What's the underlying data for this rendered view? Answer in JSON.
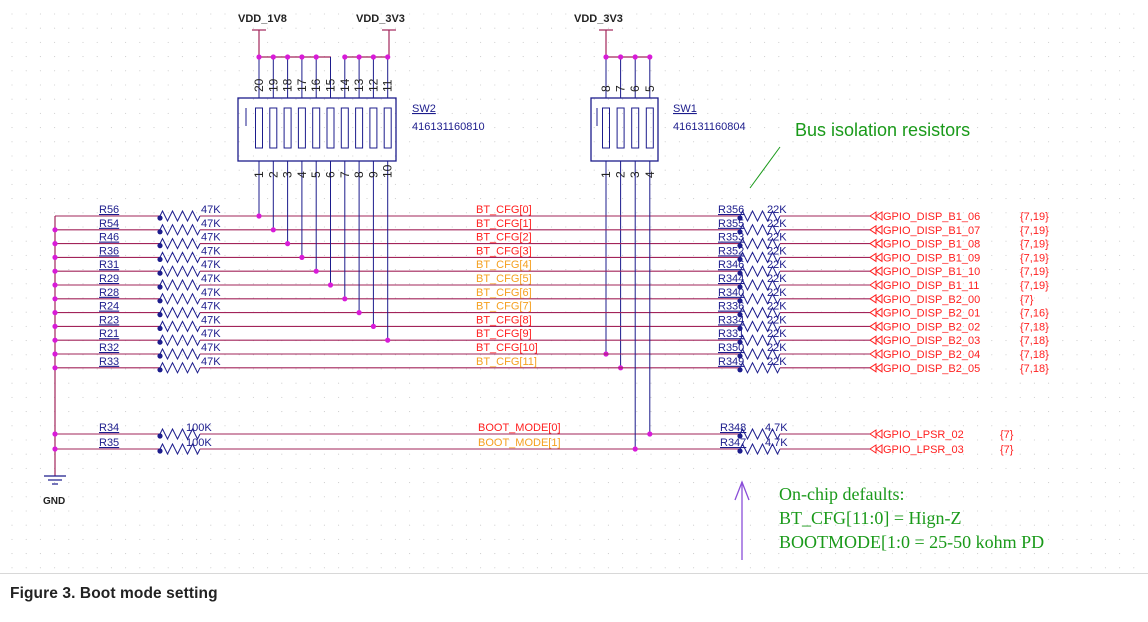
{
  "power": {
    "vdd_1v8": "VDD_1V8",
    "vdd_3v3_a": "VDD_3V3",
    "vdd_3v3_b": "VDD_3V3",
    "gnd": "GND"
  },
  "sw2": {
    "ref": "SW2",
    "part": "416131160810",
    "top_pins": [
      "20",
      "19",
      "18",
      "17",
      "16",
      "15",
      "14",
      "13",
      "12",
      "11"
    ],
    "bottom_pins": [
      "1",
      "2",
      "3",
      "4",
      "5",
      "6",
      "7",
      "8",
      "9",
      "10"
    ]
  },
  "sw1": {
    "ref": "SW1",
    "part": "416131160804",
    "top_pins": [
      "8",
      "7",
      "6",
      "5"
    ],
    "bottom_pins": [
      "1",
      "2",
      "3",
      "4"
    ]
  },
  "rows": [
    {
      "rl": "R56",
      "lv": "47K",
      "net": "BT_CFG[0]",
      "rr": "R356",
      "rv": "22K",
      "gpio": "GPIO_DISP_B1_06",
      "pg": "{7,19}"
    },
    {
      "rl": "R54",
      "lv": "47K",
      "net": "BT_CFG[1]",
      "rr": "R355",
      "rv": "22K",
      "gpio": "GPIO_DISP_B1_07",
      "pg": "{7,19}"
    },
    {
      "rl": "R46",
      "lv": "47K",
      "net": "BT_CFG[2]",
      "rr": "R353",
      "rv": "22K",
      "gpio": "GPIO_DISP_B1_08",
      "pg": "{7,19}"
    },
    {
      "rl": "R36",
      "lv": "47K",
      "net": "BT_CFG[3]",
      "rr": "R352",
      "rv": "22K",
      "gpio": "GPIO_DISP_B1_09",
      "pg": "{7,19}"
    },
    {
      "rl": "R31",
      "lv": "47K",
      "net": "BT_CFG[4]",
      "rr": "R346",
      "rv": "22K",
      "gpio": "GPIO_DISP_B1_10",
      "pg": "{7,19}"
    },
    {
      "rl": "R29",
      "lv": "47K",
      "net": "BT_CFG[5]",
      "rr": "R344",
      "rv": "22K",
      "gpio": "GPIO_DISP_B1_11",
      "pg": "{7,19}"
    },
    {
      "rl": "R28",
      "lv": "47K",
      "net": "BT_CFG[6]",
      "rr": "R340",
      "rv": "22K",
      "gpio": "GPIO_DISP_B2_00",
      "pg": "{7}"
    },
    {
      "rl": "R24",
      "lv": "47K",
      "net": "BT_CFG[7]",
      "rr": "R336",
      "rv": "22K",
      "gpio": "GPIO_DISP_B2_01",
      "pg": "{7,16}"
    },
    {
      "rl": "R23",
      "lv": "47K",
      "net": "BT_CFG[8]",
      "rr": "R334",
      "rv": "22K",
      "gpio": "GPIO_DISP_B2_02",
      "pg": "{7,18}"
    },
    {
      "rl": "R21",
      "lv": "47K",
      "net": "BT_CFG[9]",
      "rr": "R331",
      "rv": "22K",
      "gpio": "GPIO_DISP_B2_03",
      "pg": "{7,18}"
    },
    {
      "rl": "R32",
      "lv": "47K",
      "net": "BT_CFG[10]",
      "rr": "R350",
      "rv": "22K",
      "gpio": "GPIO_DISP_B2_04",
      "pg": "{7,18}"
    },
    {
      "rl": "R33",
      "lv": "47K",
      "net": "BT_CFG[11]",
      "rr": "R349",
      "rv": "22K",
      "gpio": "GPIO_DISP_B2_05",
      "pg": "{7,18}"
    }
  ],
  "boot_rows": [
    {
      "rl": "R34",
      "lv": "100K",
      "net": "BOOT_MODE[0]",
      "rr": "R348",
      "rv": "4.7K",
      "gpio": "GPIO_LPSR_02",
      "pg": "{7}"
    },
    {
      "rl": "R35",
      "lv": "100K",
      "net": "BOOT_MODE[1]",
      "rr": "R347",
      "rv": "4.7K",
      "gpio": "GPIO_LPSR_03",
      "pg": "{7}"
    }
  ],
  "annotations": {
    "bus_isolation": "Bus isolation resistors",
    "defaults_title": "On-chip defaults:",
    "defaults_line1": "BT_CFG[11:0] = Hign-Z",
    "defaults_line2": "BOOTMODE[1:0 =  25-50 kohm PD"
  },
  "caption": "Figure 3.  Boot mode setting",
  "colors": {
    "wire": "#a2245a",
    "dot": "#d81bd8",
    "component": "#1c1c8c",
    "net_red": "#ff2020",
    "net_orange": "#f5a020",
    "green": "#1a9a1a",
    "arrow": "#8a4dd8",
    "black": "#222222"
  }
}
